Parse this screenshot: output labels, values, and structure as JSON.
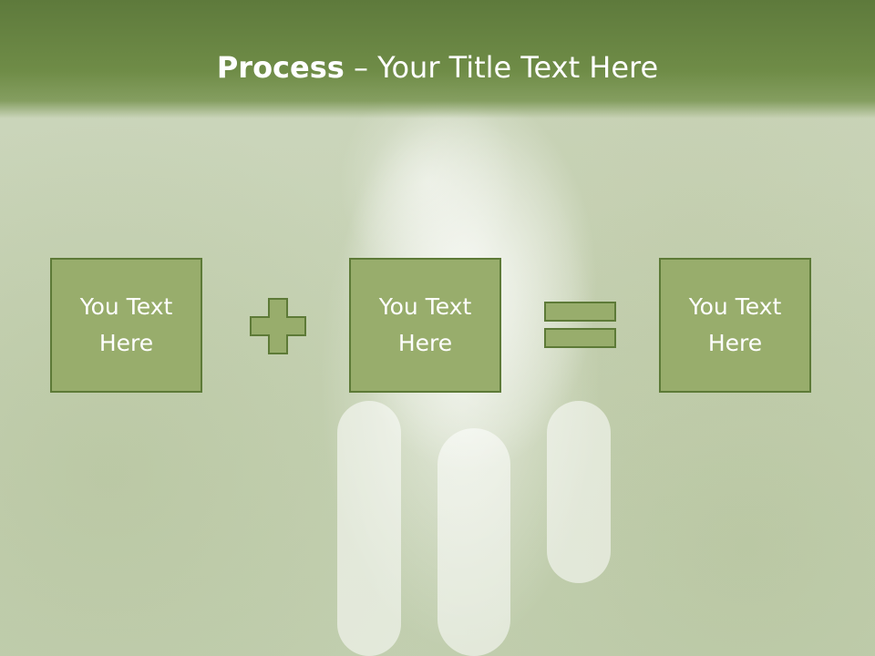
{
  "slide": {
    "title_bold": "Process",
    "title_sep": " – ",
    "title_rest": "Your Title Text Here"
  },
  "boxes": [
    {
      "text": "You Text\nHere"
    },
    {
      "text": "You Text\nHere"
    },
    {
      "text": "You Text\nHere"
    }
  ],
  "operators": [
    "plus-icon",
    "equals-icon"
  ],
  "colors": {
    "header": "#6f8c47",
    "box_fill": "#98ad6c",
    "box_border": "#5d7a37",
    "text": "#ffffff"
  }
}
